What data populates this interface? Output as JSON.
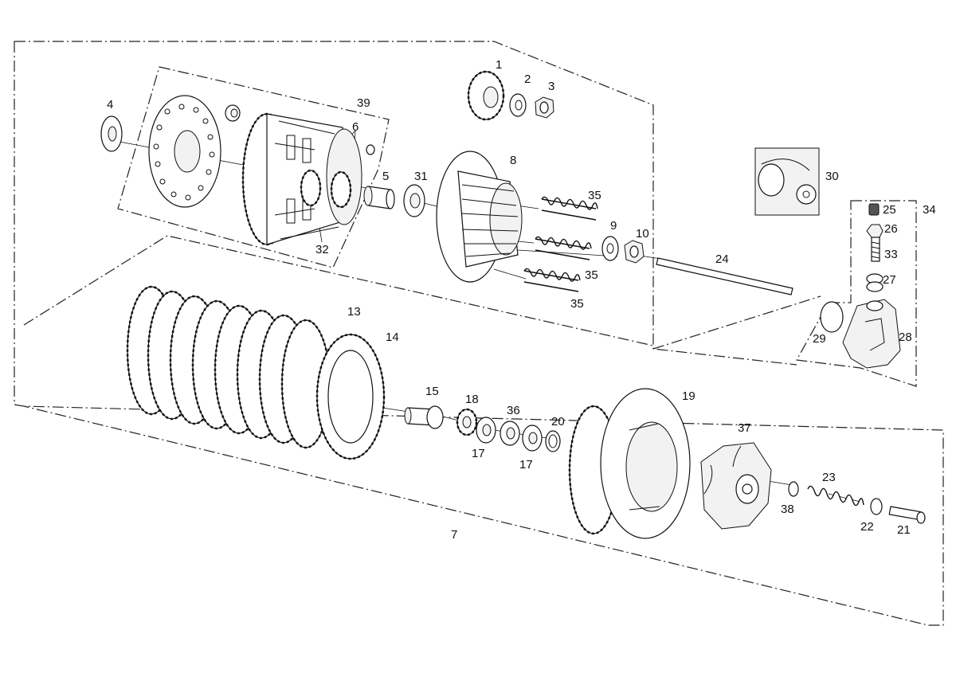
{
  "diagram": {
    "callouts": [
      "1",
      "2",
      "3",
      "4",
      "5",
      "6",
      "7",
      "8",
      "9",
      "10",
      "13",
      "14",
      "15",
      "17",
      "17",
      "18",
      "19",
      "20",
      "21",
      "22",
      "23",
      "24",
      "25",
      "26",
      "27",
      "28",
      "29",
      "30",
      "31",
      "32",
      "33",
      "34",
      "35",
      "35",
      "35",
      "36",
      "37",
      "38",
      "39"
    ]
  }
}
